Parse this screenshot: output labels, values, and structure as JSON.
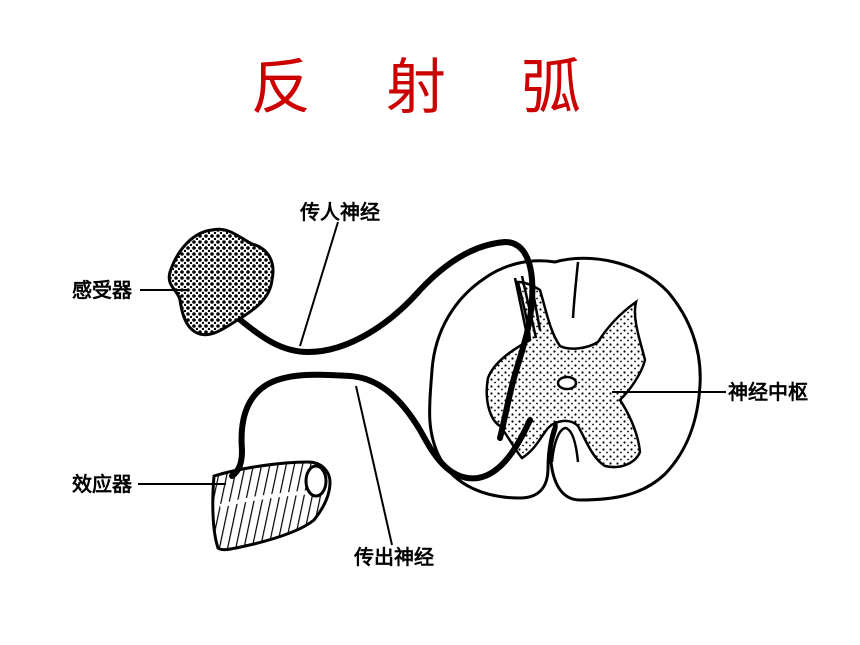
{
  "title": "反 射 弧",
  "labels": {
    "receptor": "感受器",
    "afferent_nerve": "传人神经",
    "center": "神经中枢",
    "effector": "效应器",
    "efferent_nerve": "传出神经"
  },
  "colors": {
    "title": "#cc0000",
    "line": "#000000",
    "background": "#ffffff"
  }
}
